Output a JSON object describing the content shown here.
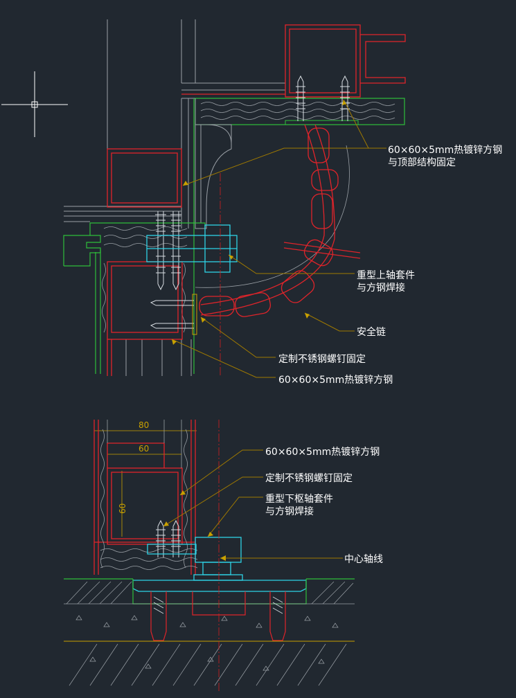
{
  "colors": {
    "background": "#212830",
    "steel": "#e0242a",
    "wood": "#9aa0a6",
    "green": "#2fbf3a",
    "cyan": "#2ed3e6",
    "leader": "#a07a00",
    "centerline": "#d42020",
    "text": "#ffffff"
  },
  "top_section": {
    "labels": {
      "steel_top_line1": "60×60×5mm热镀锌方钢",
      "steel_top_line2": "与顶部结构固定",
      "upper_pivot_line1": "重型上轴套件",
      "upper_pivot_line2": "与方钢焊接",
      "safety_chain": "安全链",
      "screw_fix": "定制不锈钢螺钉固定",
      "steel_side": "60×60×5mm热镀锌方钢"
    }
  },
  "bottom_section": {
    "dimensions": {
      "width_outer": "80",
      "width_inner": "60",
      "height_inner": "60"
    },
    "labels": {
      "steel": "60×60×5mm热镀锌方钢",
      "screw_fix": "定制不锈钢螺钉固定",
      "lower_pivot_line1": "重型下枢轴套件",
      "lower_pivot_line2": "与方钢焊接",
      "center_axis": "中心轴线"
    }
  }
}
